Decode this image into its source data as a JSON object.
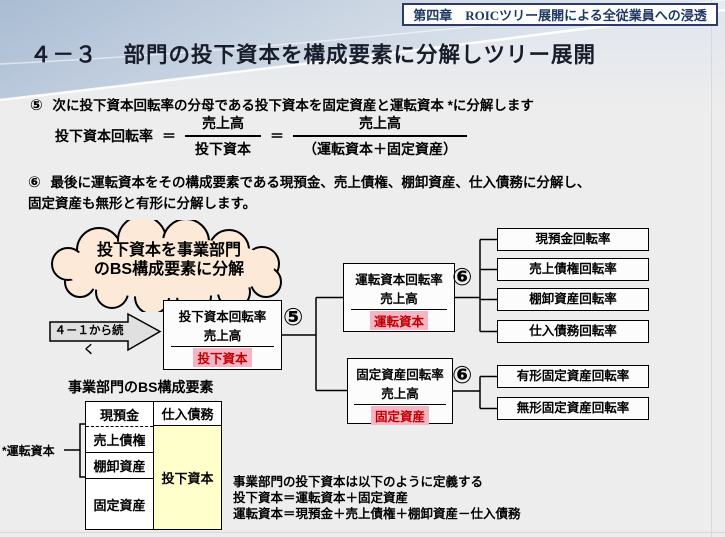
{
  "slide": {
    "chapter_label": "第四章　ROICツリー展開による全従業員への浸透",
    "title_number": "４－３",
    "title_text": "部門の投下資本を構成要素に分解しツリー展開"
  },
  "steps": {
    "step5_marker": "⑤",
    "step5_text": "次に投下資本回転率の分母である投下資本を固定資産と運転資本 *に分解します",
    "step6_marker": "⑥",
    "step6_line1": "最後に運転資本をその構成要素である現預金、売上債権、棚卸資産、仕入債務に分解し、",
    "step6_line2": "固定資産も無形と有形に分解します。"
  },
  "formula": {
    "lhs": "投下資本回転率",
    "equals": "＝",
    "frac1_num": "売上高",
    "frac1_den": "投下資本",
    "frac2_num": "売上高",
    "frac2_den": "（運転資本＋固定資産）"
  },
  "cloud": {
    "line1": "投下資本を事業部門",
    "line2": "のBS構成要素に分解"
  },
  "flow": {
    "continue_label": "４－１から続く",
    "step5_marker": "⑤",
    "step6_marker": "⑥",
    "main_box": {
      "title": "投下資本回転率",
      "num": "売上高",
      "den": "投下資本"
    },
    "wc_box": {
      "title": "運転資本回転率",
      "num": "売上高",
      "den": "運転資本"
    },
    "fa_box": {
      "title": "固定資産回転率",
      "num": "売上高",
      "den": "固定資産"
    },
    "wc_leaves": [
      "現預金回転率",
      "売上債権回転率",
      "棚卸資産回転率",
      "仕入債務回転率"
    ],
    "fa_leaves": [
      "有形固定資産回転率",
      "無形固定資産回転率"
    ]
  },
  "bs_table": {
    "heading": "事業部門のBS構成要素",
    "wc_label": "*運転資本",
    "cells": {
      "cash": "現預金",
      "receivables": "売上債権",
      "inventory": "棚卸資産",
      "fixed_assets": "固定資産",
      "payables": "仕入債務",
      "invested_capital": "投下資本"
    }
  },
  "definitions": {
    "line1": "事業部門の投下資本は以下のように定義する",
    "line2": "投下資本＝運転資本＋固定資産",
    "line3": "運転資本＝現預金＋売上債権＋棚卸資産－仕入債務"
  },
  "colors": {
    "slide_bg": "#EDEDED",
    "header_navy": "#1F3864",
    "highlight_pink": "#F6B5C5",
    "accent_red": "#C00000",
    "cell_yellow": "#FFFFCC",
    "cloud_peach": "#FCE9D8"
  }
}
